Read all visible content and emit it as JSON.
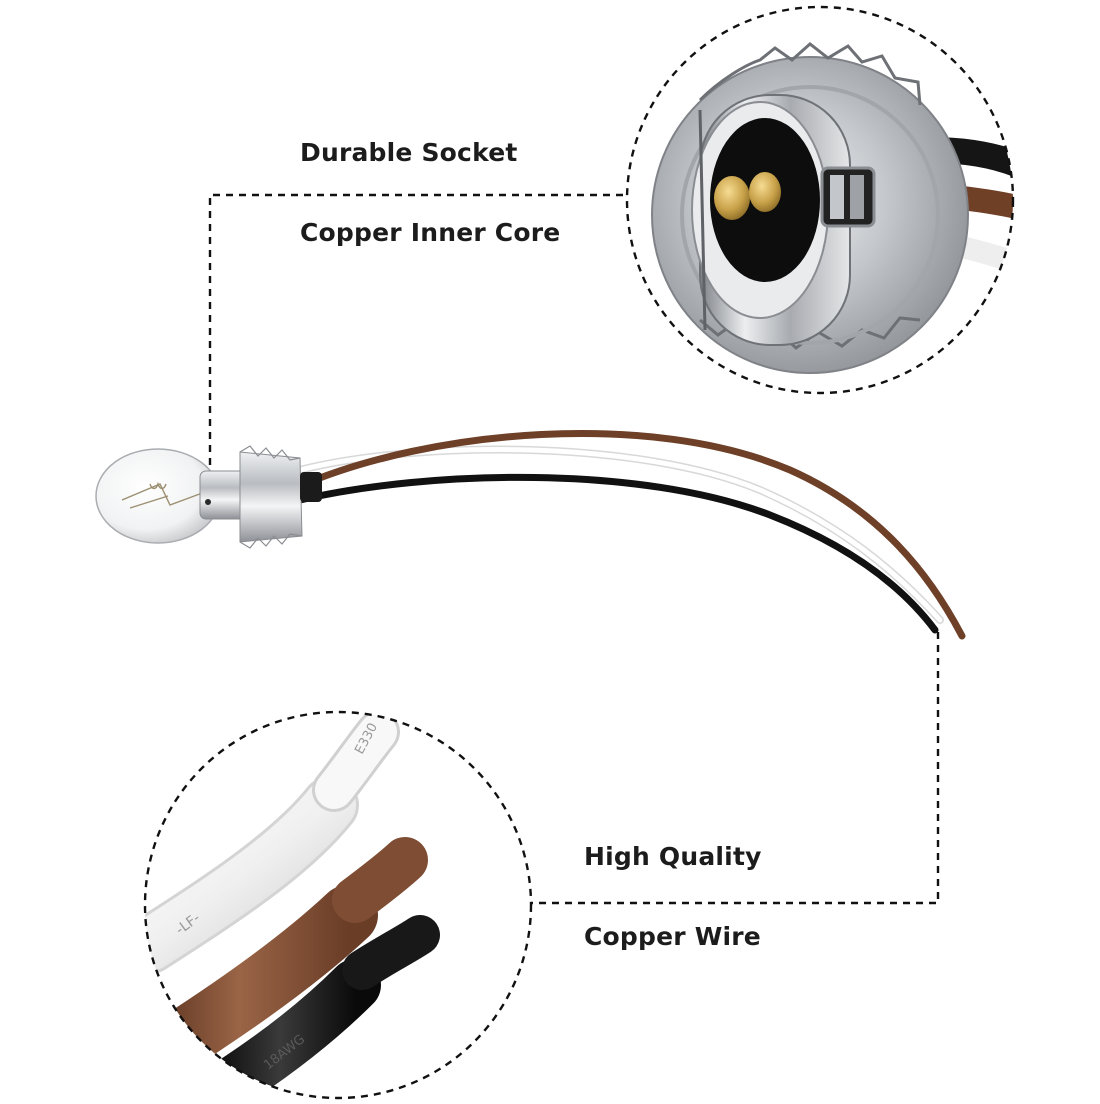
{
  "captions": {
    "socket_line1": "Durable Socket",
    "socket_line2": "Copper Inner Core",
    "wire_line1": "High Quality",
    "wire_line2": "Copper Wire"
  },
  "wire_markings": {
    "white": "-LF-",
    "brown": "E330",
    "black": "18AWG"
  },
  "colors": {
    "background": "#ffffff",
    "text": "#1c1c1c",
    "dashed_line": "#111111",
    "wire_brown": "#7a4a33",
    "wire_black": "#141414",
    "wire_white": "#f4f4f4",
    "chrome": "#c9cbce",
    "brass": "#c9a24a"
  }
}
